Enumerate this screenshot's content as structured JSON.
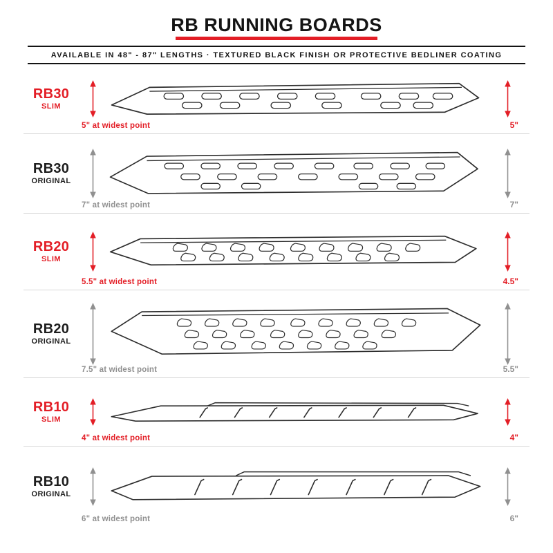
{
  "header": {
    "title": "RB RUNNING BOARDS",
    "subtitle": "AVAILABLE IN 48\" - 87\" LENGTHS  ·  TEXTURED BLACK FINISH OR PROTECTIVE BEDLINER COATING"
  },
  "colors": {
    "accent_red": "#e31e26",
    "dark": "#1d1d1d",
    "gray": "#909090"
  },
  "rows": [
    {
      "model": "RB30",
      "variant": "SLIM",
      "style": "slim",
      "width_note": "5\" at widest point",
      "height_label": "5\""
    },
    {
      "model": "RB30",
      "variant": "ORIGINAL",
      "style": "original",
      "width_note": "7\" at widest point",
      "height_label": "7\""
    },
    {
      "model": "RB20",
      "variant": "SLIM",
      "style": "slim",
      "width_note": "5.5\" at widest point",
      "height_label": "4.5\""
    },
    {
      "model": "RB20",
      "variant": "ORIGINAL",
      "style": "original",
      "width_note": "7.5\" at widest point",
      "height_label": "5.5\""
    },
    {
      "model": "RB10",
      "variant": "SLIM",
      "style": "slim",
      "width_note": "4\" at widest point",
      "height_label": "4\""
    },
    {
      "model": "RB10",
      "variant": "ORIGINAL",
      "style": "original",
      "width_note": "6\" at widest point",
      "height_label": "6\""
    }
  ]
}
